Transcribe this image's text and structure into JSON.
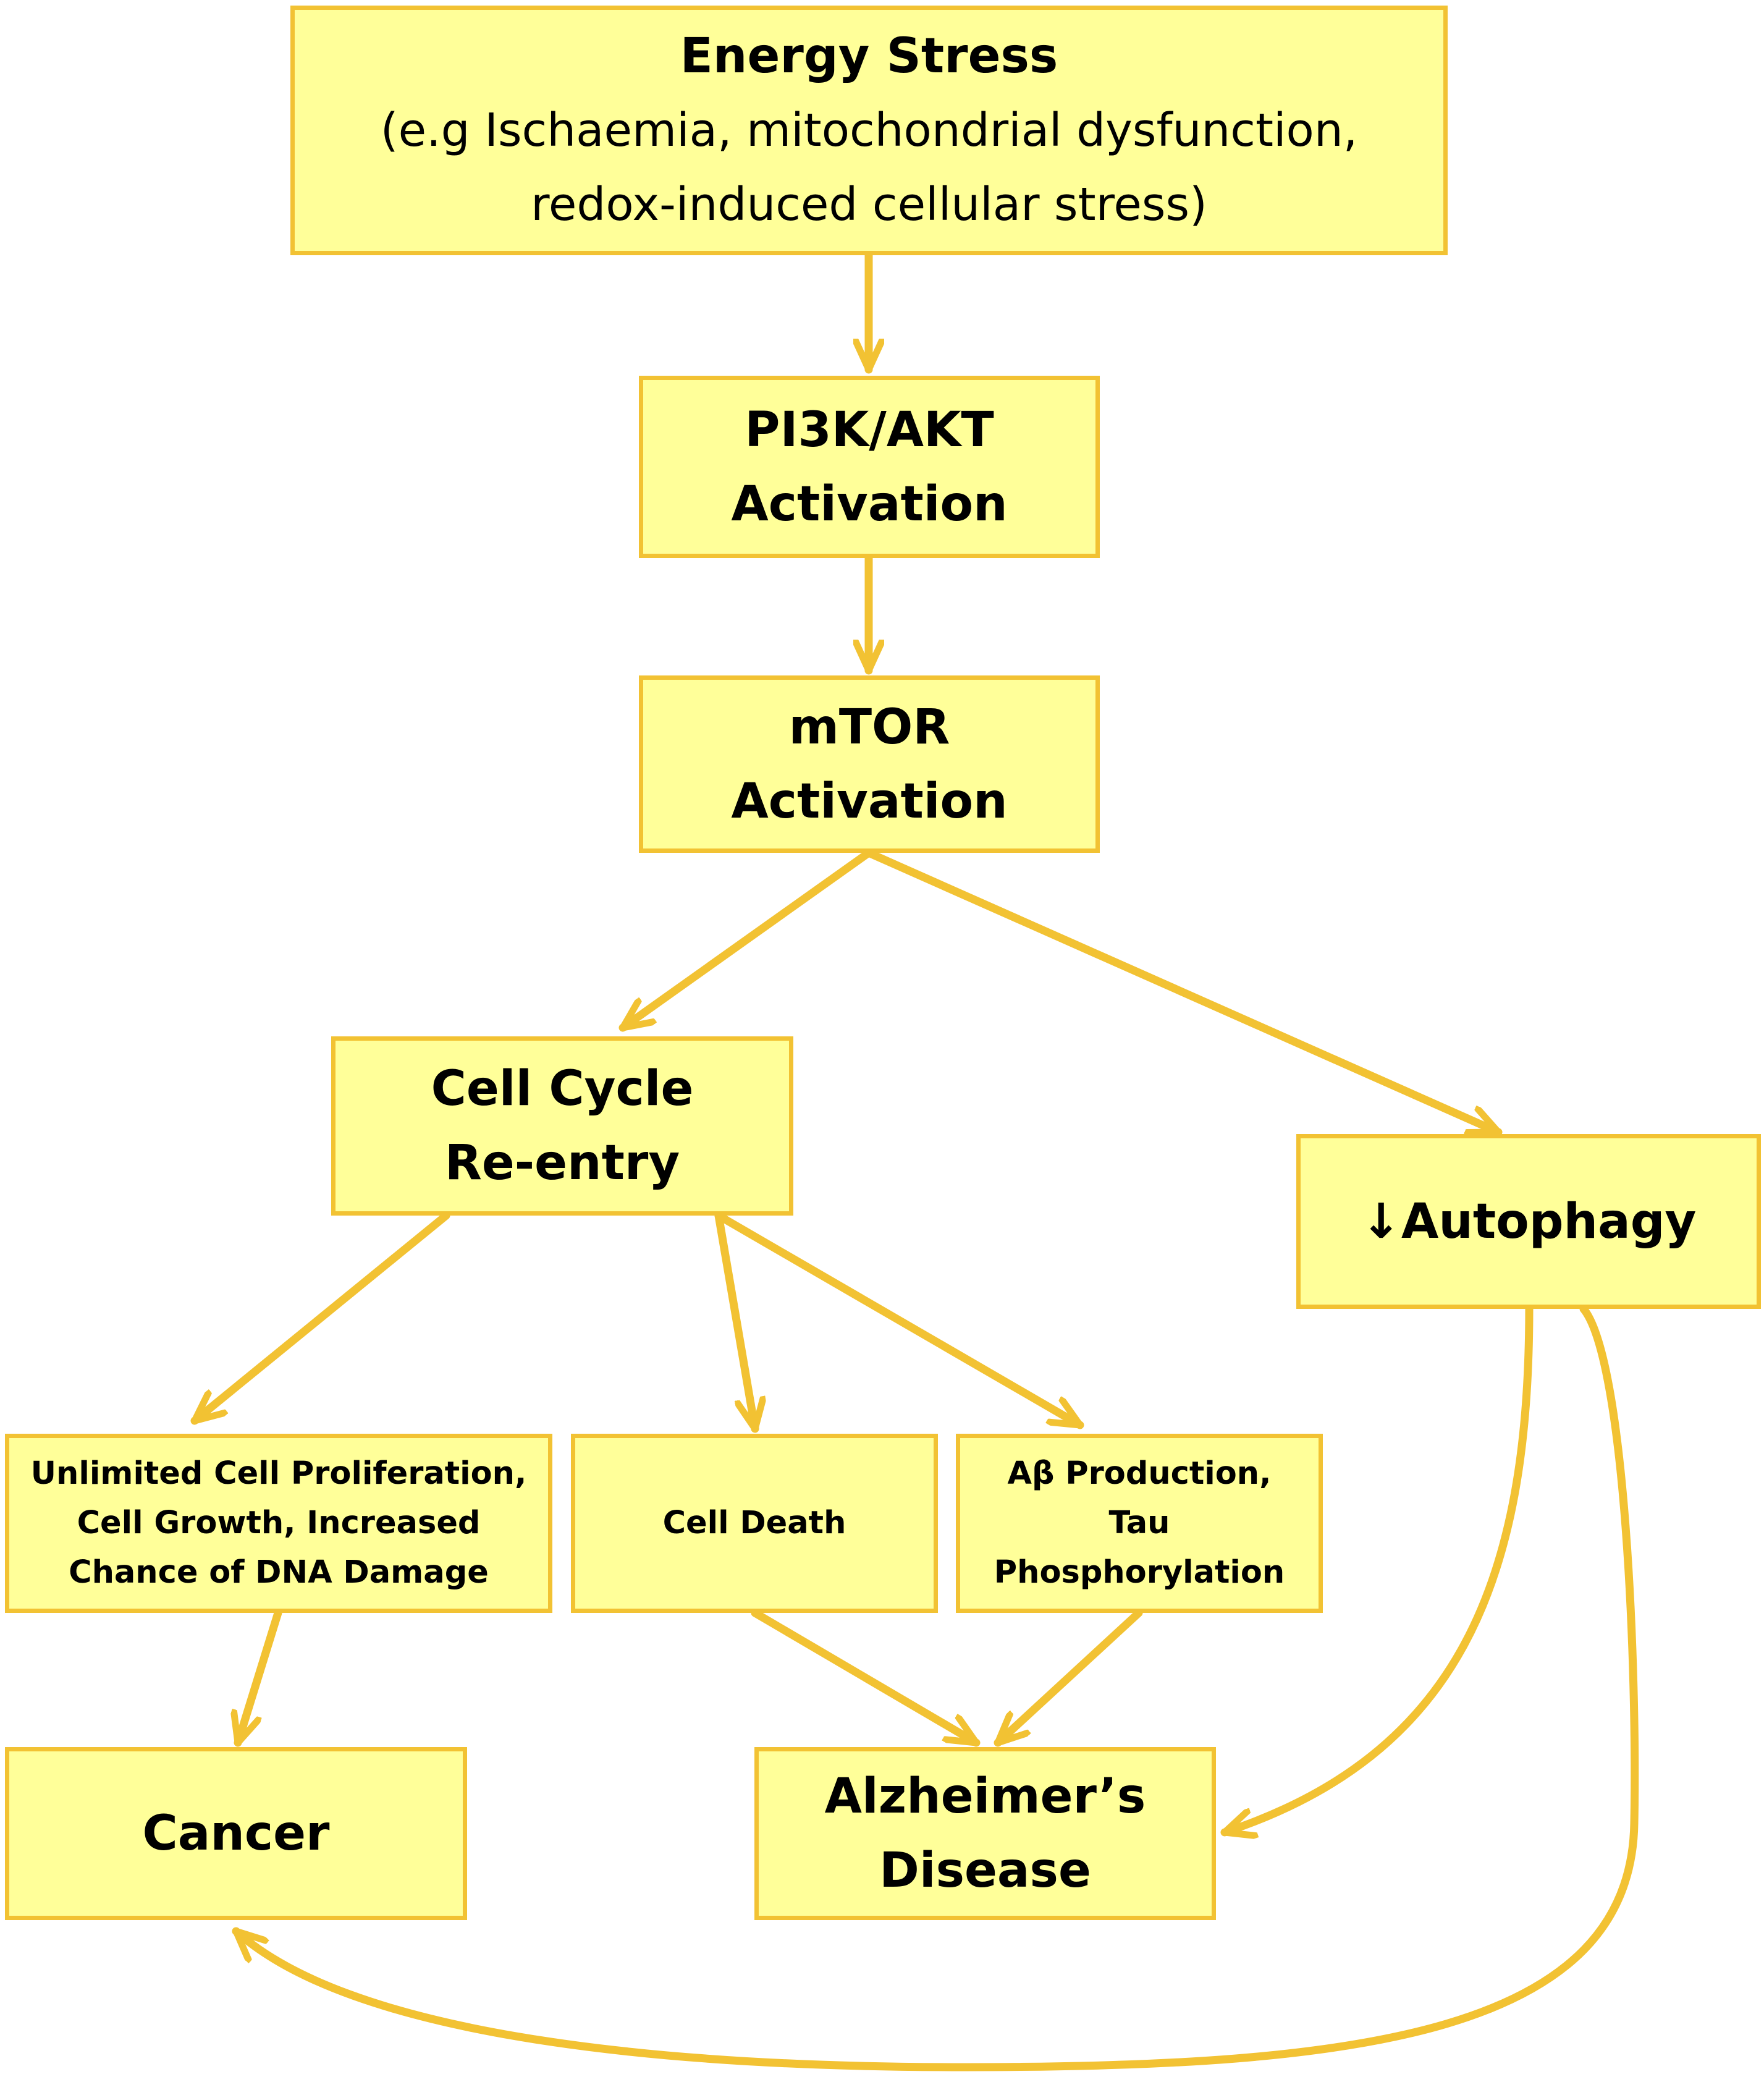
{
  "colors": {
    "box_fill": "#ffff99",
    "box_border": "#f2c233",
    "arrow": "#f2c233"
  },
  "nodes": {
    "energy_stress": {
      "title": "Energy Stress",
      "lines": [
        "(e.g Ischaemia, mitochondrial dysfunction,",
        "redox-induced cellular stress)"
      ]
    },
    "pi3k_akt": {
      "lines": [
        "PI3K/AKT",
        "Activation"
      ]
    },
    "mtor": {
      "lines": [
        "mTOR",
        "Activation"
      ]
    },
    "cell_cycle": {
      "lines": [
        "Cell Cycle",
        "Re-entry"
      ]
    },
    "autophagy": {
      "lines": [
        "↓Autophagy"
      ]
    },
    "proliferation": {
      "lines": [
        "Unlimited Cell Proliferation,",
        "Cell Growth, Increased",
        "Chance of DNA Damage"
      ]
    },
    "cell_death": {
      "lines": [
        "Cell Death"
      ]
    },
    "abeta_tau": {
      "lines": [
        "Aβ Production,",
        "Tau",
        "Phosphorylation"
      ]
    },
    "cancer": {
      "lines": [
        "Cancer"
      ]
    },
    "alzheimers": {
      "lines": [
        "Alzheimer’s",
        "Disease"
      ]
    }
  },
  "edges": [
    {
      "from": "energy_stress",
      "to": "pi3k_akt"
    },
    {
      "from": "pi3k_akt",
      "to": "mtor"
    },
    {
      "from": "mtor",
      "to": "cell_cycle"
    },
    {
      "from": "mtor",
      "to": "autophagy"
    },
    {
      "from": "cell_cycle",
      "to": "proliferation"
    },
    {
      "from": "cell_cycle",
      "to": "cell_death"
    },
    {
      "from": "cell_cycle",
      "to": "abeta_tau"
    },
    {
      "from": "proliferation",
      "to": "cancer"
    },
    {
      "from": "cell_death",
      "to": "alzheimers"
    },
    {
      "from": "abeta_tau",
      "to": "alzheimers"
    },
    {
      "from": "autophagy",
      "to": "alzheimers"
    },
    {
      "from": "autophagy",
      "to": "cancer"
    }
  ]
}
